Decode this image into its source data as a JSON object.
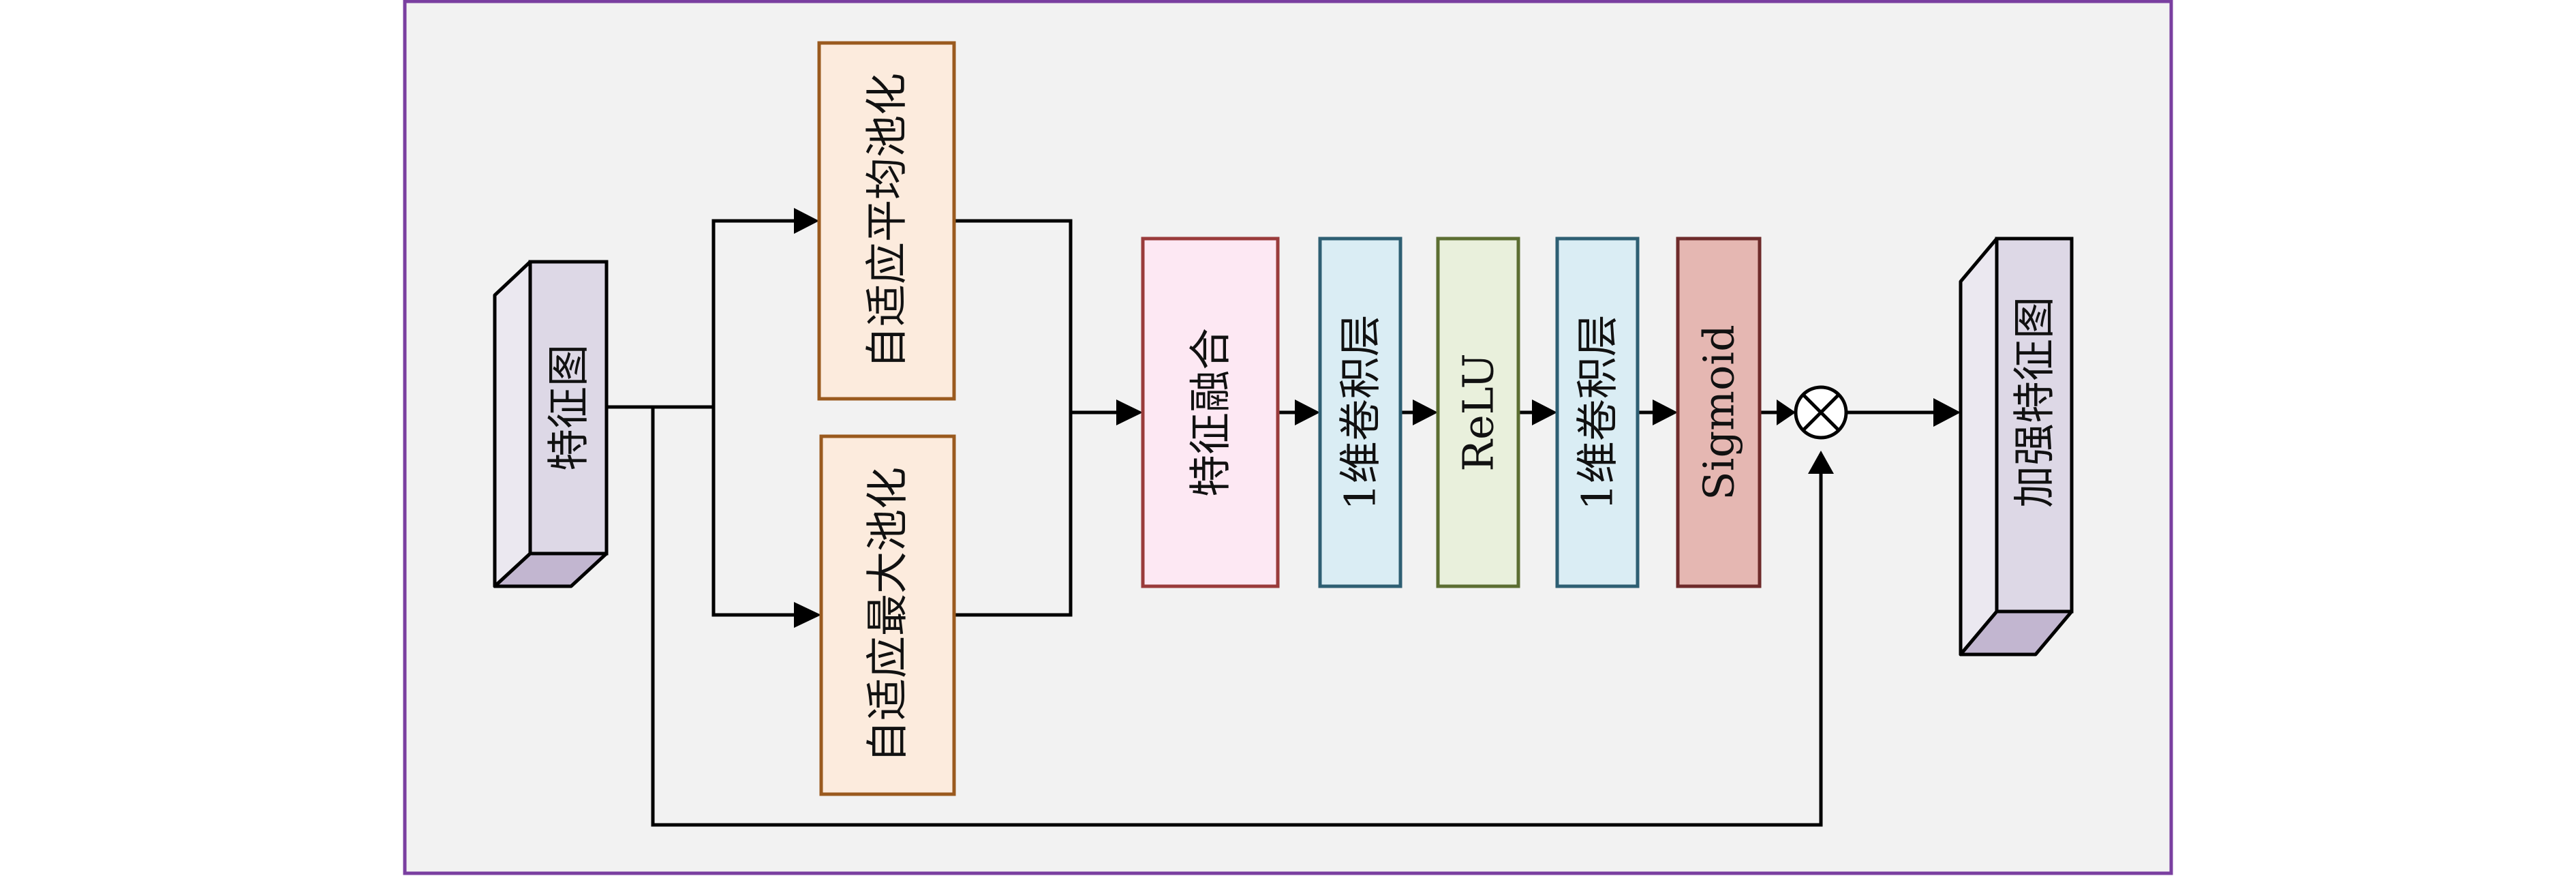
{
  "title": "Channel attention module diagram",
  "colors": {
    "frame_border": "#7a3fa0",
    "frame_fill": "#f2f2f2",
    "cuboid_front": "#ddd8e6",
    "cuboid_side": "#ebe8f0",
    "cuboid_bottom": "#c2b6d0",
    "pool_fill": "#fcebdd",
    "pool_stroke": "#9a5a1e",
    "fusion_fill": "#fde8f3",
    "fusion_stroke": "#9a3b3b",
    "conv_fill": "#daedf4",
    "conv_stroke": "#2e5f73",
    "relu_fill": "#e9f0dc",
    "relu_stroke": "#5c6e32",
    "sigmoid_fill": "#e5b7b2",
    "sigmoid_stroke": "#6e2b2b"
  },
  "nodes": {
    "input": {
      "label": "特征图"
    },
    "avg_pool": {
      "label": "自适应平均池化"
    },
    "max_pool": {
      "label": "自适应最大池化"
    },
    "fusion": {
      "label": "特征融合"
    },
    "conv1": {
      "label": "1维卷积层"
    },
    "relu": {
      "label": "ReLU"
    },
    "conv2": {
      "label": "1维卷积层"
    },
    "sigmoid": {
      "label": "Sigmoid"
    },
    "multiply": {
      "symbol": "⊗",
      "meaning": "element-wise multiplication"
    },
    "output": {
      "label": "加强特征图"
    }
  },
  "edges": [
    {
      "from": "input",
      "to": "avg_pool"
    },
    {
      "from": "input",
      "to": "max_pool"
    },
    {
      "from": "avg_pool",
      "to": "fusion"
    },
    {
      "from": "max_pool",
      "to": "fusion"
    },
    {
      "from": "fusion",
      "to": "conv1"
    },
    {
      "from": "conv1",
      "to": "relu"
    },
    {
      "from": "relu",
      "to": "conv2"
    },
    {
      "from": "conv2",
      "to": "sigmoid"
    },
    {
      "from": "sigmoid",
      "to": "multiply"
    },
    {
      "from": "input",
      "to": "multiply",
      "type": "skip"
    },
    {
      "from": "multiply",
      "to": "output"
    }
  ]
}
